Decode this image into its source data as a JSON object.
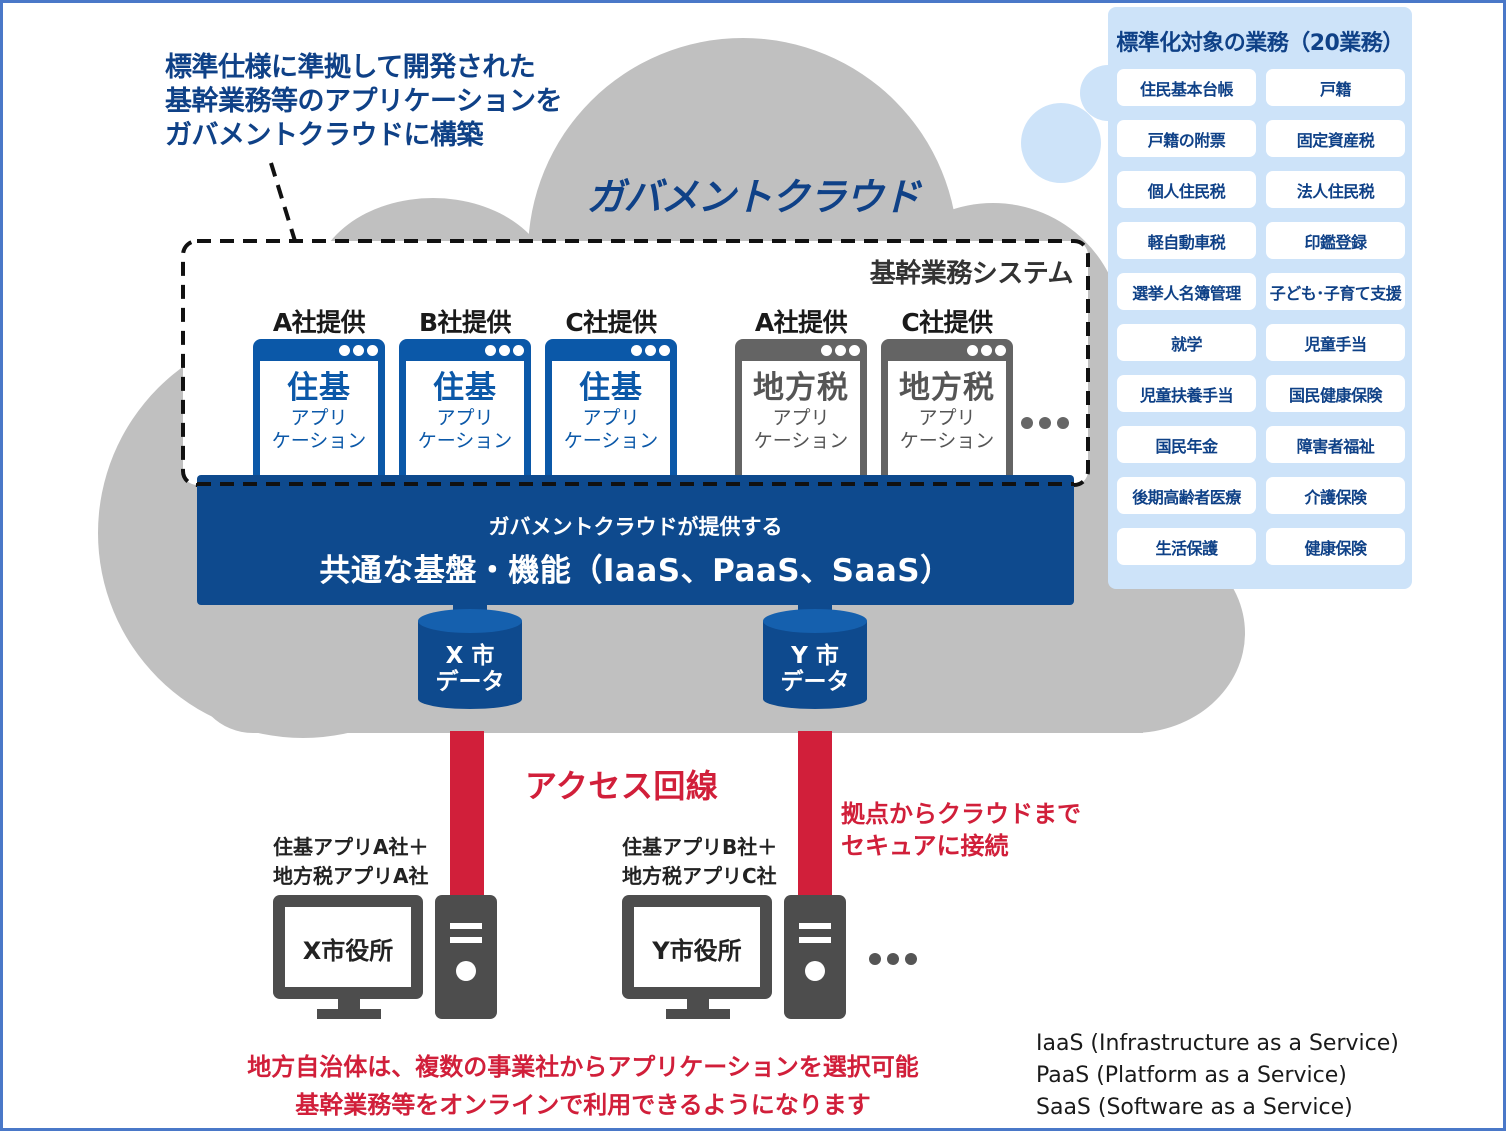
{
  "callout_note": {
    "lines": [
      "標準仕様に準拠して開発された",
      "基幹業務等のアプリケーションを",
      "ガバメントクラウドに構築"
    ]
  },
  "cloud": {
    "title": "ガバメントクラウド",
    "core_system_label": "基幹業務システム",
    "apps": [
      {
        "vendor": "A社提供",
        "name": "住基",
        "sub1": "アプリ",
        "sub2": "ケーション",
        "style": "blue"
      },
      {
        "vendor": "B社提供",
        "name": "住基",
        "sub1": "アプリ",
        "sub2": "ケーション",
        "style": "blue"
      },
      {
        "vendor": "C社提供",
        "name": "住基",
        "sub1": "アプリ",
        "sub2": "ケーション",
        "style": "blue"
      },
      {
        "vendor": "A社提供",
        "name": "地方税",
        "sub1": "アプリ",
        "sub2": "ケーション",
        "style": "gray"
      },
      {
        "vendor": "C社提供",
        "name": "地方税",
        "sub1": "アプリ",
        "sub2": "ケーション",
        "style": "gray"
      }
    ],
    "platform": {
      "line1": "ガバメントクラウドが提供する",
      "line2": "共通な基盤・機能（IaaS、PaaS、SaaS）"
    },
    "databases": [
      {
        "line1": "X 市",
        "line2": "データ"
      },
      {
        "line1": "Y 市",
        "line2": "データ"
      }
    ]
  },
  "access": {
    "label": "アクセス回線",
    "secure_lines": [
      "拠点からクラウドまで",
      "セキュアに接続"
    ]
  },
  "offices": [
    {
      "apps_line1": "住基アプリA社＋",
      "apps_line2": "地方税アプリA社",
      "name": "X市役所"
    },
    {
      "apps_line1": "住基アプリB社＋",
      "apps_line2": "地方税アプリC社",
      "name": "Y市役所"
    }
  ],
  "bottom_message": {
    "lines": [
      "地方自治体は、複数の事業社からアプリケーションを選択可能",
      "基幹業務等をオンラインで利用できるようになります"
    ]
  },
  "legend": {
    "lines": [
      "IaaS (Infrastructure as a Service)",
      "PaaS (Platform as a Service)",
      "SaaS (Software as a Service)"
    ]
  },
  "standard_tasks_panel": {
    "title": "標準化対象の業務（20業務）",
    "tasks": [
      "住民基本台帳",
      "戸籍",
      "戸籍の附票",
      "固定資産税",
      "個人住民税",
      "法人住民税",
      "軽自動車税",
      "印鑑登録",
      "選挙人名簿管理",
      "子ども･子育て支援",
      "就学",
      "児童手当",
      "児童扶養手当",
      "国民健康保険",
      "国民年金",
      "障害者福祉",
      "後期高齢者医療",
      "介護保険",
      "生活保護",
      "健康保険"
    ]
  },
  "colors": {
    "navy": "#0e4a8e",
    "app_blue": "#0b58a8",
    "app_gray": "#646464",
    "cloud_gray": "#c0c0c0",
    "panel_blue": "#cde3f9",
    "accent_red": "#d11f3a",
    "text_blue": "#0f4187"
  }
}
